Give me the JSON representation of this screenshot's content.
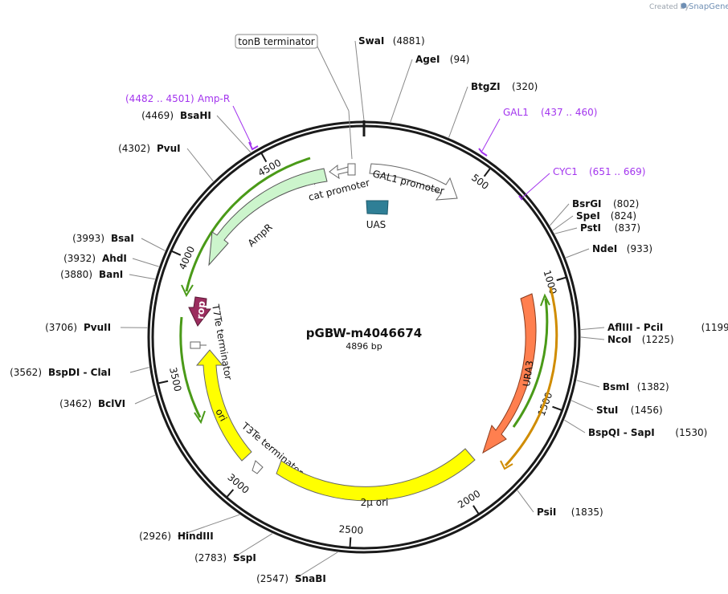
{
  "watermark": {
    "created_by": "Created by",
    "brand": "SnapGene"
  },
  "plasmid": {
    "name": "pGBW-m4046674",
    "length_label": "4896 bp",
    "length": 4896
  },
  "ruler_ticks": [
    {
      "pos": 500,
      "label": "500"
    },
    {
      "pos": 1000,
      "label": "1000"
    },
    {
      "pos": 1500,
      "label": "1500"
    },
    {
      "pos": 2000,
      "label": "2000"
    },
    {
      "pos": 2500,
      "label": "2500"
    },
    {
      "pos": 3000,
      "label": "3000"
    },
    {
      "pos": 3500,
      "label": "3500"
    },
    {
      "pos": 4000,
      "label": "4000"
    },
    {
      "pos": 4500,
      "label": "4500"
    }
  ],
  "sites": [
    {
      "name": "SwaI",
      "pos": "(4881)",
      "angle": 0
    },
    {
      "name": "AgeI",
      "pos": "(94)",
      "angle": 7
    },
    {
      "name": "BtgZI",
      "pos": "(320)",
      "angle": 23
    },
    {
      "name": "BsrGI",
      "pos": "(802)",
      "angle": 59
    },
    {
      "name": "SpeI",
      "pos": "(824)",
      "angle": 60.5
    },
    {
      "name": "PstI",
      "pos": "(837)",
      "angle": 61.5
    },
    {
      "name": "NdeI",
      "pos": "(933)",
      "angle": 68.5
    },
    {
      "name": "AflIII - PciI",
      "pos": "(1199)",
      "angle": 88
    },
    {
      "name": "NcoI",
      "pos": "(1225)",
      "angle": 90
    },
    {
      "name": "BsmI",
      "pos": "(1382)",
      "angle": 101.5
    },
    {
      "name": "StuI",
      "pos": "(1456)",
      "angle": 107
    },
    {
      "name": "BspQI - SapI",
      "pos": "(1530)",
      "angle": 112.5
    },
    {
      "name": "PsiI",
      "pos": "(1835)",
      "angle": 135
    },
    {
      "name": "SnaBI",
      "pos": "(2547)",
      "angle": 187
    },
    {
      "name": "SspI",
      "pos": "(2783)",
      "angle": 205
    },
    {
      "name": "HindIII",
      "pos": "(2926)",
      "angle": 215
    },
    {
      "name": "BclVI",
      "pos": "(3462)",
      "angle": 254.5
    },
    {
      "name": "BspDI - ClaI",
      "pos": "(3562)",
      "angle": 262
    },
    {
      "name": "PvuII",
      "pos": "(3706)",
      "angle": 272.5
    },
    {
      "name": "BanI",
      "pos": "(3880)",
      "angle": 285.5
    },
    {
      "name": "AhdI",
      "pos": "(3932)",
      "angle": 289
    },
    {
      "name": "BsaI",
      "pos": "(3993)",
      "angle": 293.5
    },
    {
      "name": "PvuI",
      "pos": "(4302)",
      "angle": 316
    },
    {
      "name": "BsaHI",
      "pos": "(4469)",
      "angle": 328.5
    }
  ],
  "primers": [
    {
      "name": "Amp-R",
      "range": "(4482 .. 4501)"
    },
    {
      "name": "GAL1",
      "range": "(437 .. 460)"
    },
    {
      "name": "CYC1",
      "range": "(651 .. 669)"
    }
  ],
  "features": {
    "tonB": "tonB terminator",
    "gal1_promoter": "GAL1 promoter",
    "uas": "UAS",
    "cat_promoter": "cat promoter",
    "ampR": "AmpR",
    "rop": "rop",
    "t7te": "T7Te terminator",
    "ori": "ori",
    "t3te": "T3Te terminator",
    "two_micron": "2μ ori",
    "ura3": "URA3"
  },
  "colors": {
    "backbone": "#1a1a1a",
    "primer": "#a335ee",
    "ampR_fill": "#ccf5cc",
    "ori_fill": "#ffff00",
    "rop_fill": "#9b2d5e",
    "uas_fill": "#2f7f96",
    "ura3_fill": "#ff7f4f",
    "orf_green": "#4a9a18",
    "orf_orange": "#d08c00"
  }
}
